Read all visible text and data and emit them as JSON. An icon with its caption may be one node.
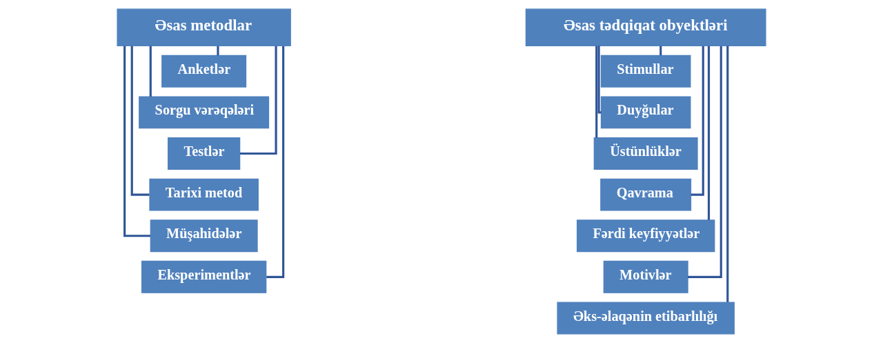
{
  "diagram": {
    "nodes": [
      {
        "text": [
          "Əsas metodlar"
        ]
      },
      {
        "text": [
          "Anketlər"
        ]
      },
      {
        "text": [
          "Sorgu vərəqələri"
        ]
      },
      {
        "text": [
          "Testlər"
        ]
      },
      {
        "text": [
          "Tarixi metod"
        ]
      },
      {
        "text": [
          "Müşahidələr"
        ]
      },
      {
        "text": [
          "Eksperimentlər"
        ]
      },
      {
        "text": [
          "Əsas tədqiqat obyektləri"
        ]
      },
      {
        "text": [
          "Stimullar"
        ]
      },
      {
        "text": [
          "Duyğular"
        ]
      },
      {
        "text": [
          "Üstünlüklər"
        ]
      },
      {
        "text": [
          "Qavrama"
        ]
      },
      {
        "text": [
          "Fərdi keyfiyyətlər"
        ]
      },
      {
        "text": [
          "Motivlər"
        ]
      },
      {
        "text": [
          "Əks-əlaqənin etibarlılığı"
        ]
      }
    ],
    "edges": [
      {
        "from": 0,
        "to": 1,
        "arrow": "none"
      },
      {
        "from": 0,
        "to": 2,
        "arrow": "none"
      },
      {
        "from": 0,
        "to": 3,
        "arrow": "none"
      },
      {
        "from": 0,
        "to": 4,
        "arrow": "none"
      },
      {
        "from": 0,
        "to": 5,
        "arrow": "none"
      },
      {
        "from": 0,
        "to": 6,
        "arrow": "none"
      },
      {
        "from": 7,
        "to": 8,
        "arrow": "none"
      },
      {
        "from": 7,
        "to": 9,
        "arrow": "none"
      },
      {
        "from": 7,
        "to": 10,
        "arrow": "none"
      },
      {
        "from": 7,
        "to": 11,
        "arrow": "none"
      },
      {
        "from": 7,
        "to": 12,
        "arrow": "none"
      },
      {
        "from": 7,
        "to": 13,
        "arrow": "none"
      },
      {
        "from": 7,
        "to": 14,
        "arrow": "none"
      }
    ]
  }
}
